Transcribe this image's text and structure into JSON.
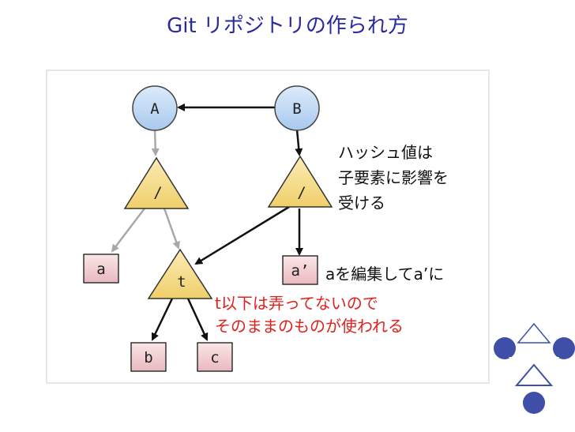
{
  "title": "Git リポジトリの作られ方",
  "nodes": {
    "commit_a": "A",
    "commit_b": "B",
    "tree_a": "/",
    "tree_b": "/",
    "tree_t": "t",
    "blob_a": "a",
    "blob_a_prime": "a’",
    "blob_b": "b",
    "blob_c": "c"
  },
  "notes": {
    "hash_line1": "ハッシュ値は",
    "hash_line2": "子要素に影響を",
    "hash_line3": "受ける",
    "edit_label": "aを編集してa’に",
    "unchanged_line1": "t以下は弄ってないので",
    "unchanged_line2": "そのままのものが使われる"
  },
  "colors": {
    "title": "#2a2aa0",
    "commit_fill": "#b9d6f2",
    "tree_fill": "#f6df8e",
    "blob_fill": "#f4d5d8",
    "gray_arrow": "#a8a8a8",
    "black_arrow": "#111111",
    "red_text": "#e0201c",
    "decoration": "#3f4fa8"
  }
}
